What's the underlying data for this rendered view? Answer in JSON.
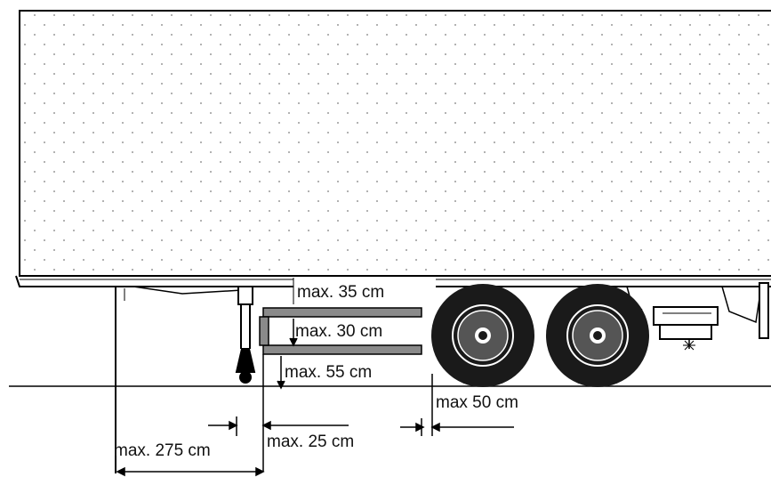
{
  "diagram": {
    "labels": {
      "top_clearance": "max. 35 cm",
      "bar_gap": "max. 30 cm",
      "ground_clearance": "max. 55 cm",
      "wheel_gap": "max 50 cm",
      "rear_offset": "max. 25 cm",
      "total_offset": "max. 275 cm"
    },
    "colors": {
      "outline": "#000000",
      "dots": "#9a9a9a",
      "bars": "#8a8a8a",
      "tire": "#1a1a1a",
      "background": "#ffffff"
    }
  }
}
